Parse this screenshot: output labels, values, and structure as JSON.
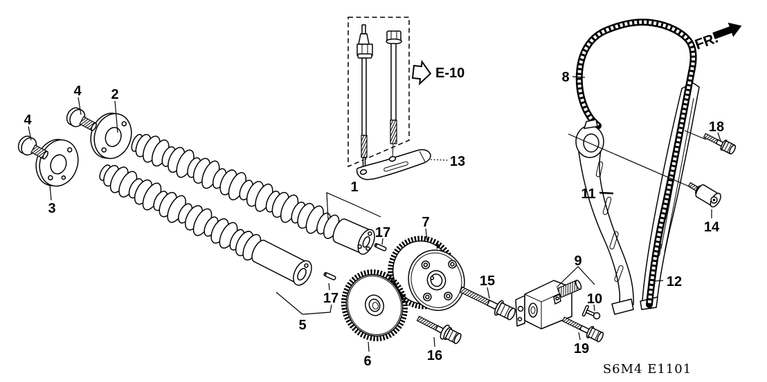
{
  "colors": {
    "ink": "#000000",
    "background": "#ffffff"
  },
  "diagram": {
    "code": "S6M4 E1101",
    "front_label": "FR.",
    "reference_label": "E-10"
  },
  "callouts": {
    "c1": "1",
    "c2": "2",
    "c3": "3",
    "c4a": "4",
    "c4b": "4",
    "c5": "5",
    "c6": "6",
    "c7": "7",
    "c8": "8",
    "c9": "9",
    "c10": "10",
    "c11": "11",
    "c12": "12",
    "c13": "13",
    "c14": "14",
    "c15": "15",
    "c16": "16",
    "c17a": "17",
    "c17b": "17",
    "c18": "18",
    "c19": "19"
  }
}
